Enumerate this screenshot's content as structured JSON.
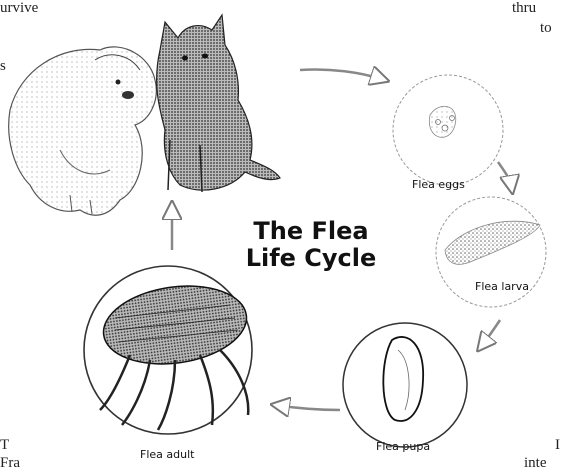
{
  "diagram": {
    "title_line1": "The Flea",
    "title_line2": "Life Cycle",
    "stages": [
      {
        "label": "Flea eggs"
      },
      {
        "label": "Flea larva"
      },
      {
        "label": "Flea pupa"
      },
      {
        "label": "Flea adult"
      }
    ],
    "hosts": [
      "dog",
      "cat"
    ]
  },
  "margin_text": {
    "top_left": "urvive",
    "left_s": "s",
    "top_right_1": "thru",
    "top_right_2": "to",
    "bottom_left_1": "T",
    "bottom_left_2": "Fra",
    "bottom_right_1": "I",
    "bottom_right_2": "inte"
  },
  "colors": {
    "ink": "#111111",
    "stipple": "#8a8a8a",
    "paper": "#ffffff"
  }
}
